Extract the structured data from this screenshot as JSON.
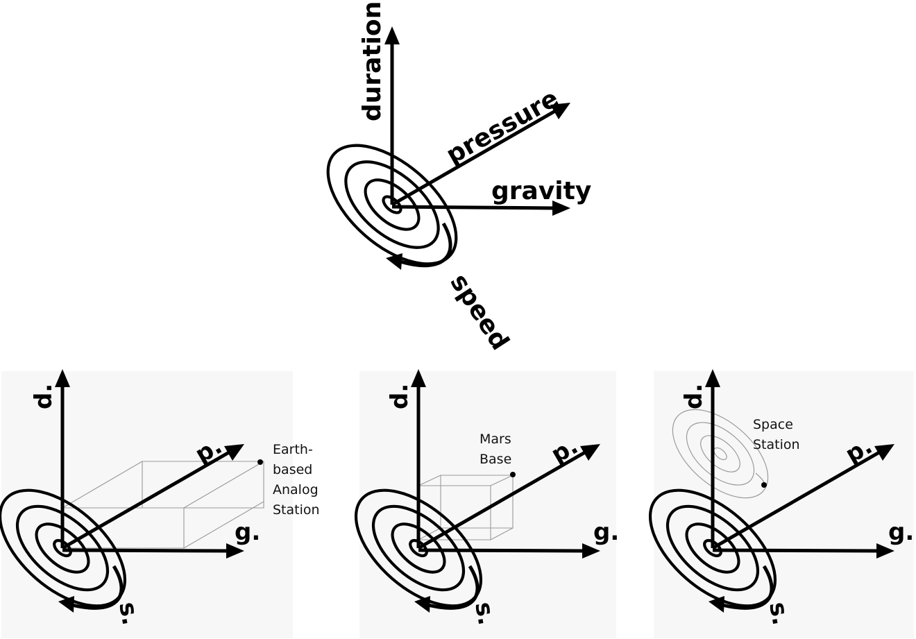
{
  "main_diagram": {
    "axes": {
      "duration": "duration",
      "pressure": "pressure",
      "gravity": "gravity",
      "speed": "speed"
    }
  },
  "panels": [
    {
      "axes": {
        "d": "d.",
        "p": "p.",
        "g": "g.",
        "s": "s."
      },
      "annotation_lines": [
        "Earth-",
        "based",
        "Analog",
        "Station"
      ]
    },
    {
      "axes": {
        "d": "d.",
        "p": "p.",
        "g": "g.",
        "s": "s."
      },
      "annotation_lines": [
        "Mars",
        "Base"
      ]
    },
    {
      "axes": {
        "d": "d.",
        "p": "p.",
        "g": "g.",
        "s": "s."
      },
      "annotation_lines": [
        "Space",
        "Station"
      ]
    }
  ]
}
